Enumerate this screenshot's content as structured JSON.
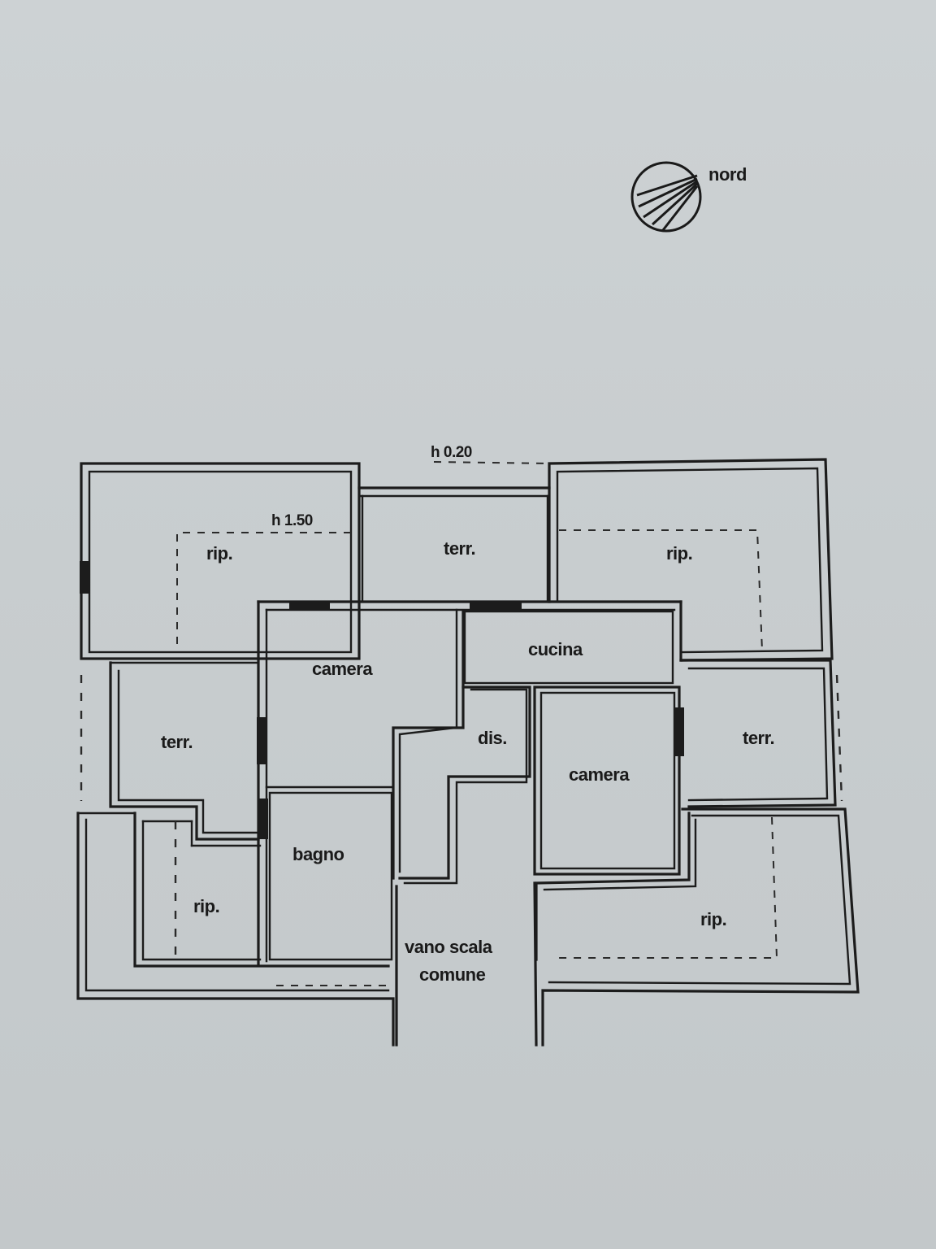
{
  "compass": {
    "label": "nord"
  },
  "annotations": {
    "height_top": "h 0.20",
    "height_left": "h 1.50"
  },
  "rooms": {
    "rip_top_left": "rip.",
    "terr_top": "terr.",
    "rip_top_right": "rip.",
    "cucina": "cucina",
    "camera_left": "camera",
    "terr_left": "terr.",
    "dis": "dis.",
    "camera_right": "camera",
    "terr_right": "terr.",
    "bagno": "bagno",
    "rip_bottom_left": "rip.",
    "rip_bottom_right": "rip.",
    "stair_line1": "vano scala",
    "stair_line2": "comune"
  }
}
